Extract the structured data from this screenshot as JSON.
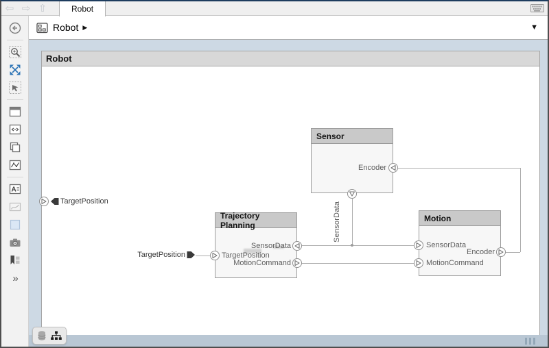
{
  "tab_bar": {
    "tab_label": "Robot",
    "nav_icons": [
      "back-arrow",
      "forward-arrow",
      "up-arrow"
    ],
    "corner_icon": "keyboard"
  },
  "breadcrumb": {
    "root_label": "Robot",
    "icons": {
      "left": "component-icon",
      "caret": "breadcrumb-caret",
      "right": "dropdown-caret"
    }
  },
  "toolbar": {
    "icons": [
      "navigate-back",
      "zoom-region",
      "fit-to-view",
      "select-region",
      "viewer-window",
      "code-view",
      "duplicate-view",
      "signal-lines",
      "annotation",
      "image-preview",
      "highlight-area",
      "screenshot",
      "viewmark",
      "more"
    ]
  },
  "status_bar": {
    "view_toggle_icons": [
      "data-dictionary",
      "model-hierarchy"
    ]
  },
  "diagram": {
    "title": "Robot",
    "root_ports": [
      {
        "label": "TargetPosition",
        "side": "left"
      }
    ],
    "connection_tags": [
      {
        "label": "TargetPosition"
      }
    ],
    "components": [
      {
        "name": "Sensor",
        "ports": [
          {
            "label": "Encoder",
            "side": "right",
            "direction": "in"
          },
          {
            "label": "SensorData",
            "side": "bottom",
            "direction": "out"
          }
        ]
      },
      {
        "name": "Trajectory Planning",
        "ports": [
          {
            "label": "SensorData",
            "side": "right",
            "direction": "in"
          },
          {
            "label": "TargetPosition",
            "side": "left",
            "direction": "in"
          },
          {
            "label": "MotionCommand",
            "side": "right",
            "direction": "out"
          }
        ]
      },
      {
        "name": "Motion",
        "ports": [
          {
            "label": "SensorData",
            "side": "left",
            "direction": "in"
          },
          {
            "label": "MotionCommand",
            "side": "left",
            "direction": "in"
          },
          {
            "label": "Encoder",
            "side": "right",
            "direction": "out"
          }
        ]
      }
    ],
    "connections": [
      {
        "from": "Sensor.SensorData",
        "to": [
          "Trajectory Planning.SensorData",
          "Motion.SensorData"
        ]
      },
      {
        "from": "Trajectory Planning.MotionCommand",
        "to": [
          "Motion.MotionCommand"
        ]
      },
      {
        "from": "Motion.Encoder",
        "to": [
          "Sensor.Encoder"
        ]
      },
      {
        "from": "TargetPosition",
        "to": [
          "Trajectory Planning.TargetPosition"
        ]
      }
    ]
  },
  "colors": {
    "canvas_margin": "#cdd9e4",
    "bottom_strip": "#b9c7d4",
    "diagram_header": "#d8d8d8",
    "component_header": "#c9c9c9",
    "component_body": "#f7f7f7",
    "wire": "#adadad",
    "accent_blue": "#2e75b6",
    "label_text": "#5d5d5d"
  }
}
